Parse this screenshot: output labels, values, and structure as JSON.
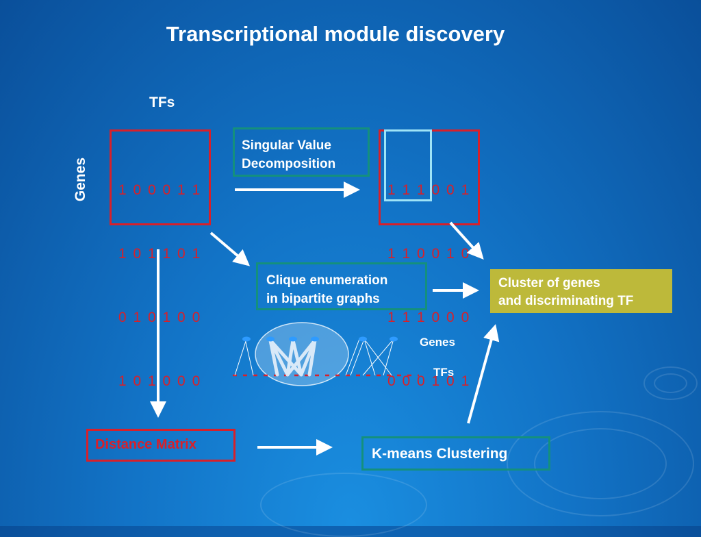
{
  "title": "Transcriptional module discovery",
  "tfs_label": "TFs",
  "genes_label": "Genes",
  "matrix_left": {
    "rows": [
      "1 0 0 0 1 1",
      "1 0 1 1 0 1",
      "0 1 0 1 0 0",
      "1 0 1 0 0 0"
    ]
  },
  "matrix_right": {
    "rows": [
      "1 1 1 0 0 1",
      "1 1 0 0 1 0",
      "1 1 1 0 0 0",
      "0 0 0 1 0 1"
    ]
  },
  "svd": {
    "line1": "Singular Value",
    "line2": "Decomposition"
  },
  "clique": {
    "line1": "Clique enumeration",
    "line2": "in bipartite graphs"
  },
  "cluster": {
    "line1": "Cluster of genes",
    "line2": "and discriminating TF"
  },
  "graph": {
    "genes_label": "Genes",
    "tfs_label": "TFs"
  },
  "distance": "Distance Matrix",
  "kmeans": "K-means Clustering",
  "colors": {
    "matrix_border": "#d8202a",
    "teal_border": "#14907d",
    "cluster_bg": "#bdb93a",
    "highlight": "#9fe4f7"
  }
}
